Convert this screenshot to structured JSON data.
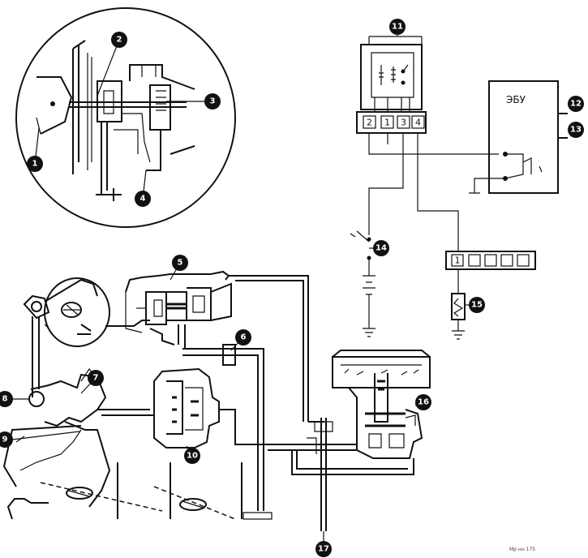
{
  "ecu": {
    "label": "ЭБУ"
  },
  "connector_pins": [
    "2",
    "1",
    "3",
    "4"
  ],
  "diag_pin": "1",
  "callouts": [
    "1",
    "2",
    "3",
    "4",
    "5",
    "6",
    "7",
    "8",
    "9",
    "10",
    "11",
    "12",
    "13",
    "14",
    "15",
    "16",
    "17"
  ],
  "footer": "Мр нн 175"
}
